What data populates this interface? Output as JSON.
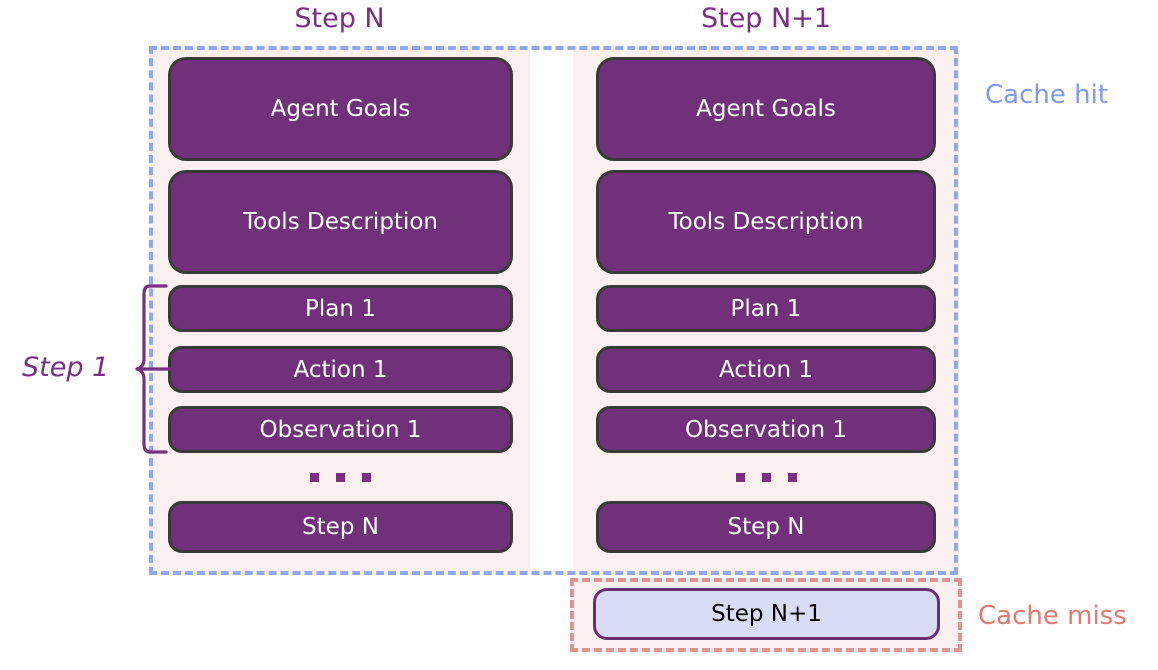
{
  "figure": {
    "type": "diagram",
    "description": "Prompt-cache diagram comparing agent context at Step N and Step N+1"
  },
  "columns": [
    {
      "id": "step-n",
      "title": "Step N",
      "blocks": [
        {
          "label": "Agent Goals",
          "style": "tall"
        },
        {
          "label": "Tools Description",
          "style": "tall"
        },
        {
          "label": "Plan 1",
          "style": "short"
        },
        {
          "label": "Action 1",
          "style": "short"
        },
        {
          "label": "Observation 1",
          "style": "short"
        },
        {
          "label": "Step N",
          "style": "short"
        }
      ],
      "ellipsis": "…"
    },
    {
      "id": "step-n-plus-1",
      "title": "Step N+1",
      "blocks": [
        {
          "label": "Agent Goals",
          "style": "tall"
        },
        {
          "label": "Tools Description",
          "style": "tall"
        },
        {
          "label": "Plan 1",
          "style": "short"
        },
        {
          "label": "Action 1",
          "style": "short"
        },
        {
          "label": "Observation 1",
          "style": "short"
        },
        {
          "label": "Step N",
          "style": "short"
        }
      ],
      "ellipsis": "…"
    }
  ],
  "new_block": {
    "label": "Step N+1"
  },
  "annotations": {
    "cache_hit": "Cache hit",
    "cache_miss": "Cache miss",
    "step_bracket": "Step 1"
  },
  "colors": {
    "block_fill": "#70317a",
    "block_border": "#3a3a38",
    "block_text": "#ffffff",
    "column_background": "#faf0f0",
    "cache_hit_border": "#90a8ee",
    "cache_hit_text": "#8199ef",
    "cache_miss_border": "#dd9494",
    "cache_miss_text": "#e4796e",
    "title_text": "#7a2f82",
    "new_block_fill": "#d9dcf5",
    "new_block_border": "#6b2f72",
    "new_block_text": "#000000",
    "page_background": "#ffffff"
  }
}
